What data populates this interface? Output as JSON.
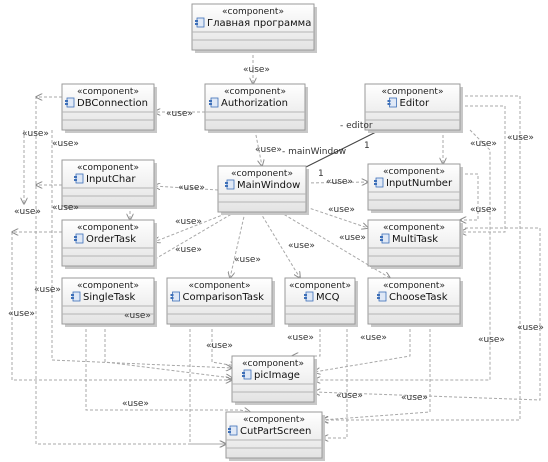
{
  "stereotype": "«component»",
  "use_label": "«use»",
  "components": {
    "main_program": "Главная программа",
    "authorization": "Authorization",
    "db_connection": "DBConnection",
    "editor": "Editor",
    "main_window": "MainWindow",
    "input_char": "InputChar",
    "input_number": "InputNumber",
    "order_task": "OrderTask",
    "multi_task": "MultiTask",
    "single_task": "SingleTask",
    "comparison_task": "ComparisonTask",
    "mcq": "MCQ",
    "choose_task": "ChooseTask",
    "pic_image": "picImage",
    "cut_part_screen": "CutPartScreen"
  },
  "association": {
    "role_editor": "- editor",
    "role_main_window": "- mainWindow",
    "mult_editor_end": "1",
    "mult_main_window_end": "1"
  },
  "icon": "component-icon",
  "colors": {
    "box_top": "#ffffff",
    "box_bottom": "#e3e3e3",
    "border": "#9a9a9a",
    "dependency": "#a8a8a8",
    "icon": "#3d6fb8"
  }
}
